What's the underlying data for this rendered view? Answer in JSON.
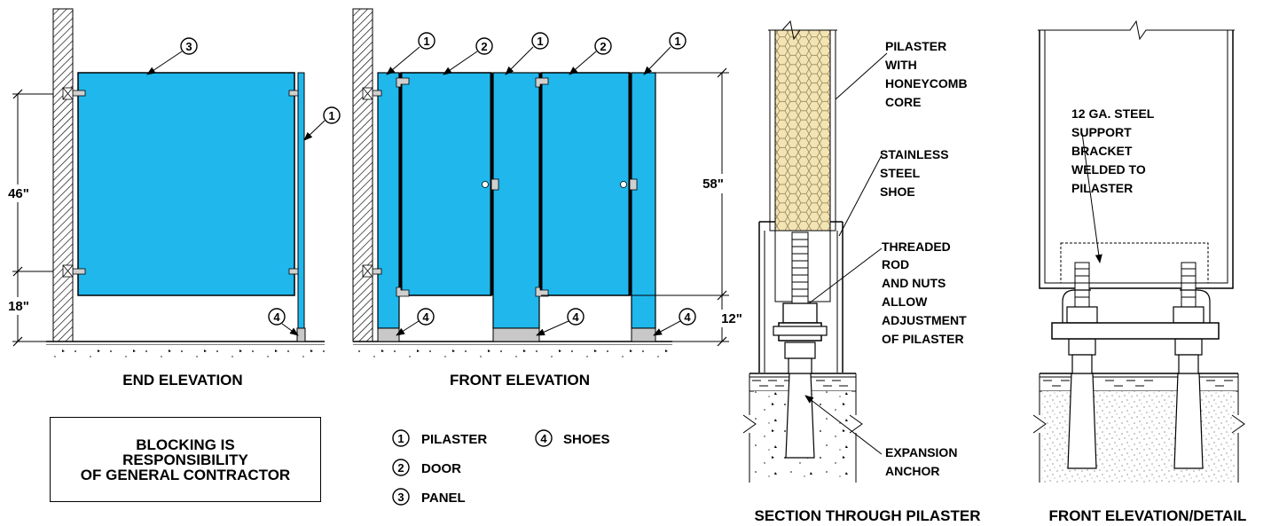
{
  "views": {
    "end_elevation": "END ELEVATION",
    "front_elevation": "FRONT ELEVATION",
    "section": "SECTION THROUGH PILASTER",
    "front_detail": "FRONT ELEVATION/DETAIL"
  },
  "dimensions": {
    "d46": "46\"",
    "d18": "18\"",
    "d58": "58\"",
    "d12": "12\""
  },
  "callouts": {
    "c1": "1",
    "c2": "2",
    "c3": "3",
    "c4": "4"
  },
  "legend": [
    {
      "num": "1",
      "label": "PILASTER"
    },
    {
      "num": "2",
      "label": "DOOR"
    },
    {
      "num": "3",
      "label": "PANEL"
    },
    {
      "num": "4",
      "label": "SHOES"
    }
  ],
  "note": [
    "BLOCKING IS",
    "RESPONSIBILITY",
    "OF GENERAL CONTRACTOR"
  ],
  "section_labels": {
    "pilaster": [
      "PILASTER",
      "WITH",
      "HONEYCOMB",
      "CORE"
    ],
    "shoe": [
      "STAINLESS",
      "STEEL",
      "SHOE"
    ],
    "rod": [
      "THREADED",
      "ROD",
      "AND NUTS",
      "ALLOW",
      "ADJUSTMENT",
      "OF PILASTER"
    ],
    "anchor": [
      "EXPANSION",
      "ANCHOR"
    ]
  },
  "detail_labels": {
    "bracket": [
      "12 GA. STEEL",
      "SUPPORT",
      "BRACKET",
      "WELDED TO",
      "PILASTER"
    ]
  },
  "colors": {
    "partition": "#1fb7ec",
    "honeycomb": "#f3e4b4",
    "shoe": "#c8c8c8",
    "line": "#000000"
  }
}
